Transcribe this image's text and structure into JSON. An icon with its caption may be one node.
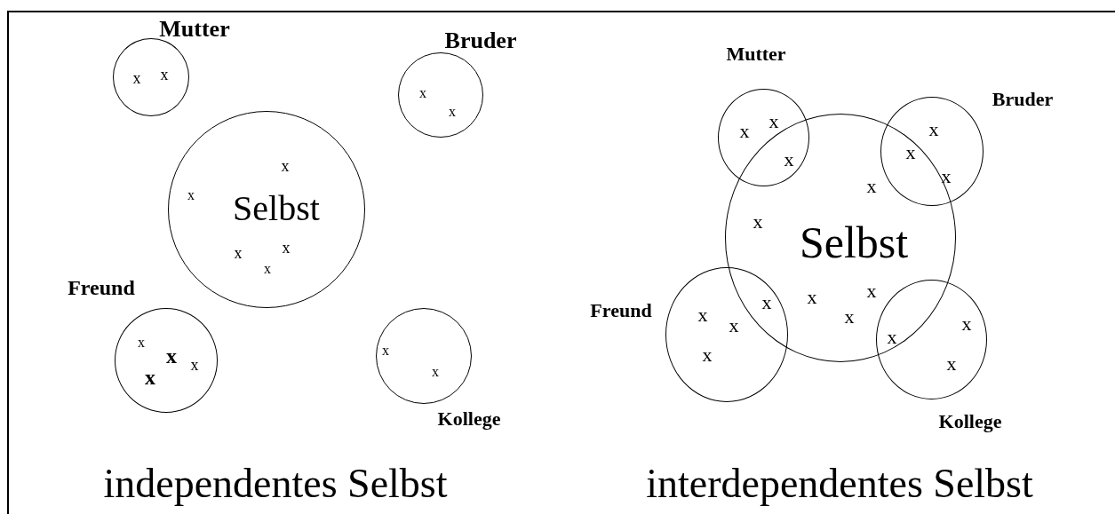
{
  "diagram": {
    "nodes": [
      {
        "text": [
          "Mutter",
          "x",
          "x"
        ]
      },
      {
        "text": [
          "Bruder",
          "x",
          "x"
        ]
      },
      {
        "text": [
          "Selbst",
          "x",
          "x",
          "x",
          "x",
          "x"
        ]
      },
      {
        "text": [
          "Freund",
          "x",
          "x",
          "x",
          "x"
        ]
      },
      {
        "text": [
          "Kollege",
          "x",
          "x"
        ]
      },
      {
        "text": [
          "Mutter",
          "x",
          "x",
          "x"
        ]
      },
      {
        "text": [
          "Bruder",
          "x",
          "x",
          "x"
        ]
      },
      {
        "text": [
          "Selbst",
          "x",
          "x",
          "x",
          "x",
          "x"
        ]
      },
      {
        "text": [
          "Freund",
          "x",
          "x",
          "x",
          "x"
        ]
      },
      {
        "text": [
          "Kollege",
          "x",
          "x",
          "x"
        ]
      }
    ],
    "labels": [
      "independentes Selbst",
      "interdependentes Selbst"
    ]
  }
}
